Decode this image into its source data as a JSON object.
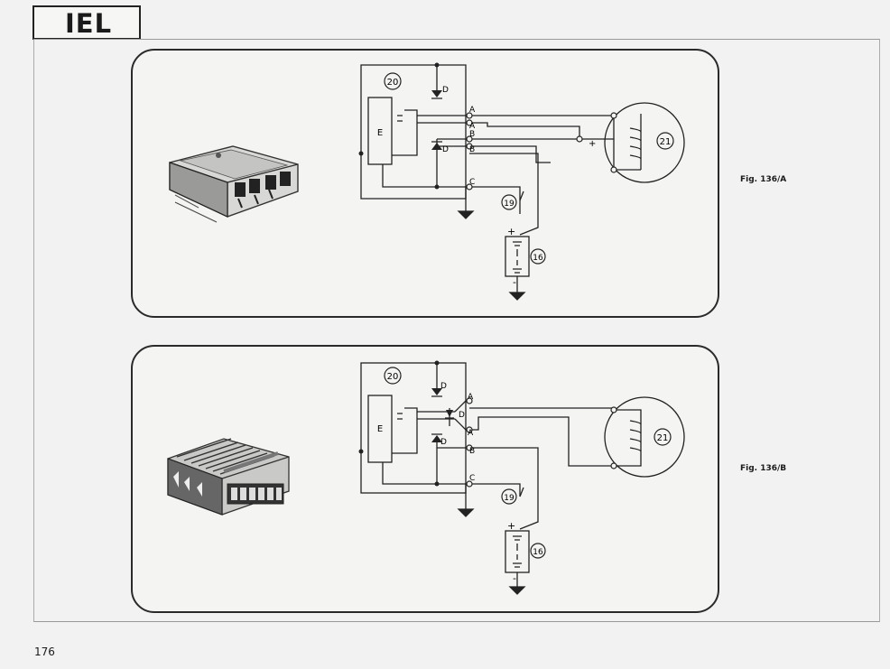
{
  "header": {
    "brand": "IEL"
  },
  "figures": [
    {
      "caption": "Fig. 136/A",
      "labels": {
        "regulator_number": "20",
        "electronic_box": "E",
        "stator_number": "21",
        "switch_number": "19",
        "battery_number": "16",
        "diode_top": "D",
        "diode_bottom": "D",
        "terminal_a1": "A",
        "terminal_a2": "A",
        "terminal_b1": "B",
        "terminal_b2": "B",
        "terminal_c": "C",
        "battery_plus": "+",
        "battery_minus": "-",
        "stator_plus": "+"
      }
    },
    {
      "caption": "Fig. 136/B",
      "labels": {
        "regulator_number": "20",
        "electronic_box": "E",
        "stator_number": "21",
        "switch_number": "19",
        "battery_number": "16",
        "diode_top": "D",
        "diode_mid": "D",
        "diode_bottom": "D",
        "terminal_a1": "A",
        "terminal_a2": "A",
        "terminal_b": "B",
        "terminal_c": "C",
        "battery_plus": "+",
        "battery_minus": "-"
      }
    }
  ],
  "footer": {
    "page_number": "176"
  }
}
